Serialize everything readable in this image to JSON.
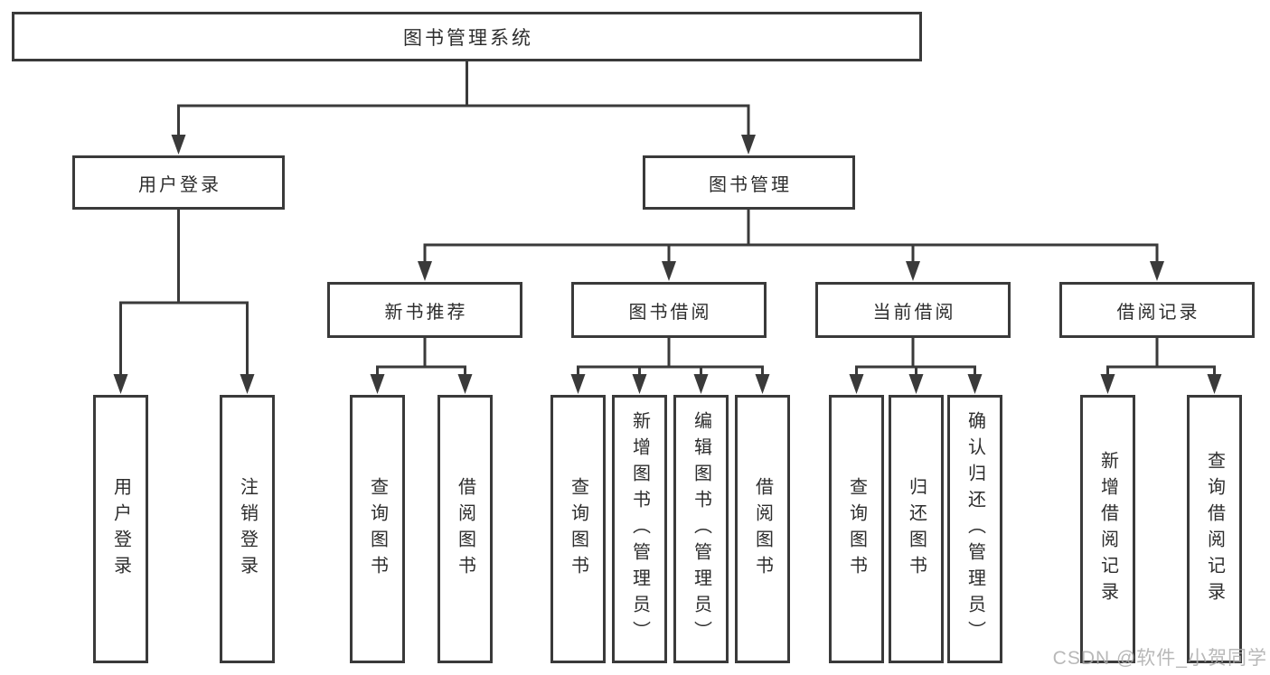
{
  "colors": {
    "line": "#3a3a3a",
    "box_border": "#3a3a3a",
    "text": "#2d2d2d",
    "watermark": "#acacac",
    "background": "#ffffff"
  },
  "tree": {
    "root": {
      "label": "图书管理系统"
    },
    "branches": [
      {
        "label": "用户登录",
        "children": [
          {
            "label": "用户登录"
          },
          {
            "label": "注销登录"
          }
        ]
      },
      {
        "label": "图书管理",
        "children": [
          {
            "label": "新书推荐",
            "children": [
              {
                "label": "查询图书"
              },
              {
                "label": "借阅图书"
              }
            ]
          },
          {
            "label": "图书借阅",
            "children": [
              {
                "label": "查询图书"
              },
              {
                "label": "新增图书（管理员）"
              },
              {
                "label": "编辑图书（管理员）"
              },
              {
                "label": "借阅图书"
              }
            ]
          },
          {
            "label": "当前借阅",
            "children": [
              {
                "label": "查询图书"
              },
              {
                "label": "归还图书"
              },
              {
                "label": "确认归还（管理员）"
              }
            ]
          },
          {
            "label": "借阅记录",
            "children": [
              {
                "label": "新增借阅记录"
              },
              {
                "label": "查询借阅记录"
              }
            ]
          }
        ]
      }
    ]
  },
  "watermark": {
    "text": "CSDN @软件_小贺同学"
  }
}
